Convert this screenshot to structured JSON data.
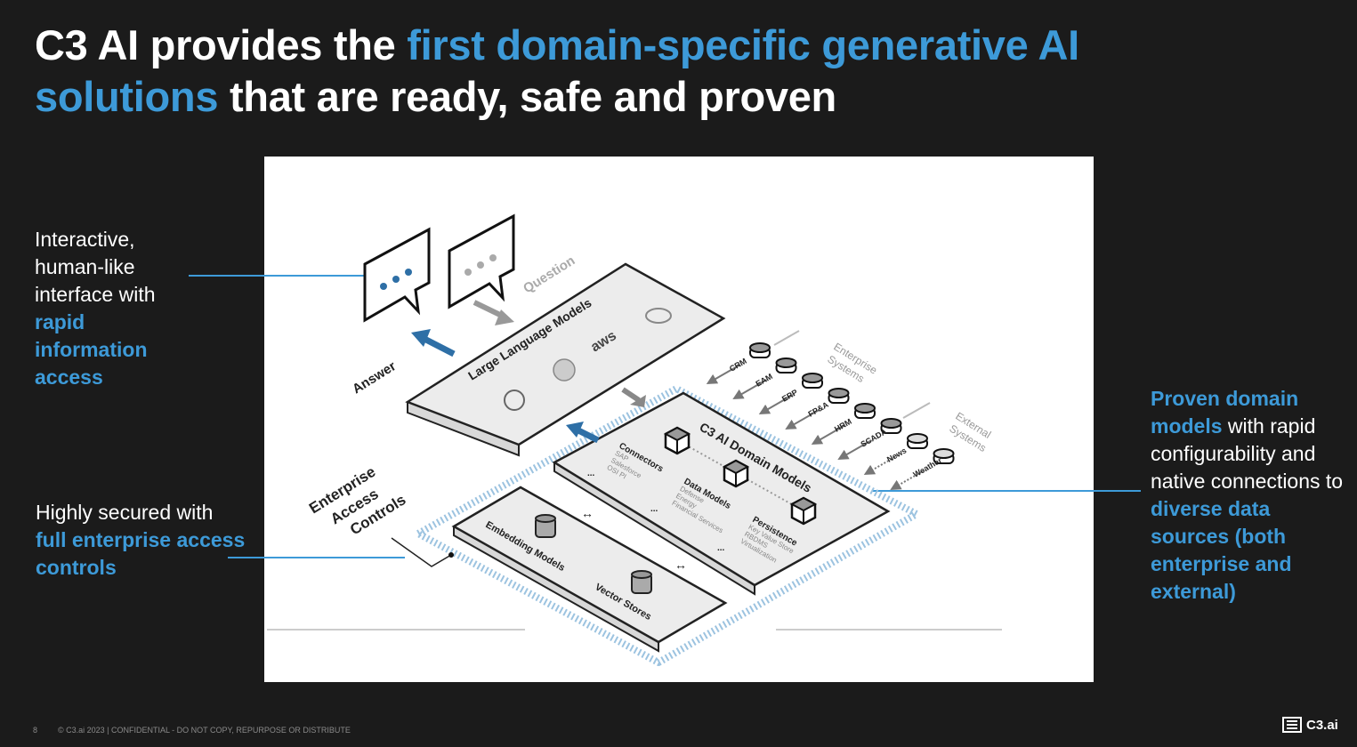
{
  "title": {
    "part1": "C3 AI provides the ",
    "highlight1": "first domain-specific generative AI",
    "highlight2": "solutions",
    "part2": " that are ready, safe and proven"
  },
  "callouts": {
    "interface": {
      "text": "Interactive, human-like interface with ",
      "highlight": "rapid information access"
    },
    "security": {
      "text": "Highly secured with ",
      "highlight": "full enterprise access controls"
    },
    "domain": {
      "highlight1": "Proven domain models",
      "text1": " with rapid configurability and native connections to ",
      "highlight2": "diverse data sources (both enterprise and external)"
    }
  },
  "diagram": {
    "question": "Question",
    "answer": "Answer",
    "llm": "Large Language Models",
    "aws": "aws",
    "domain_models": "C3 AI Domain Models",
    "connectors": {
      "label": "Connectors",
      "items": [
        "SAP",
        "Salesforce",
        "OSI PI",
        "..."
      ]
    },
    "data_models": {
      "label": "Data Models",
      "items": [
        "Defense",
        "Energy",
        "Financial Services",
        "..."
      ]
    },
    "persistence": {
      "label": "Persistence",
      "items": [
        "Key Value Store",
        "RBDMS",
        "Virtualization",
        "..."
      ]
    },
    "embedding": "Embedding Models",
    "vector": "Vector Stores",
    "access": [
      "Enterprise",
      "Access",
      "Controls"
    ],
    "enterprise_systems": [
      "Enterprise",
      "Systems"
    ],
    "external_systems": [
      "External",
      "Systems"
    ],
    "sources": [
      "CRM",
      "EAM",
      "ERP",
      "FP&A",
      "HRM",
      "SCADA",
      "News",
      "Weather"
    ]
  },
  "footer": {
    "page": "8",
    "copyright": "© C3.ai 2023  |  CONFIDENTIAL - DO NOT COPY, REPURPOSE OR DISTRIBUTE"
  },
  "logo": {
    "text": "C3.ai"
  },
  "colors": {
    "background": "#1b1b1b",
    "accent": "#3d9ad8",
    "arrow": "#2e6fa6"
  }
}
